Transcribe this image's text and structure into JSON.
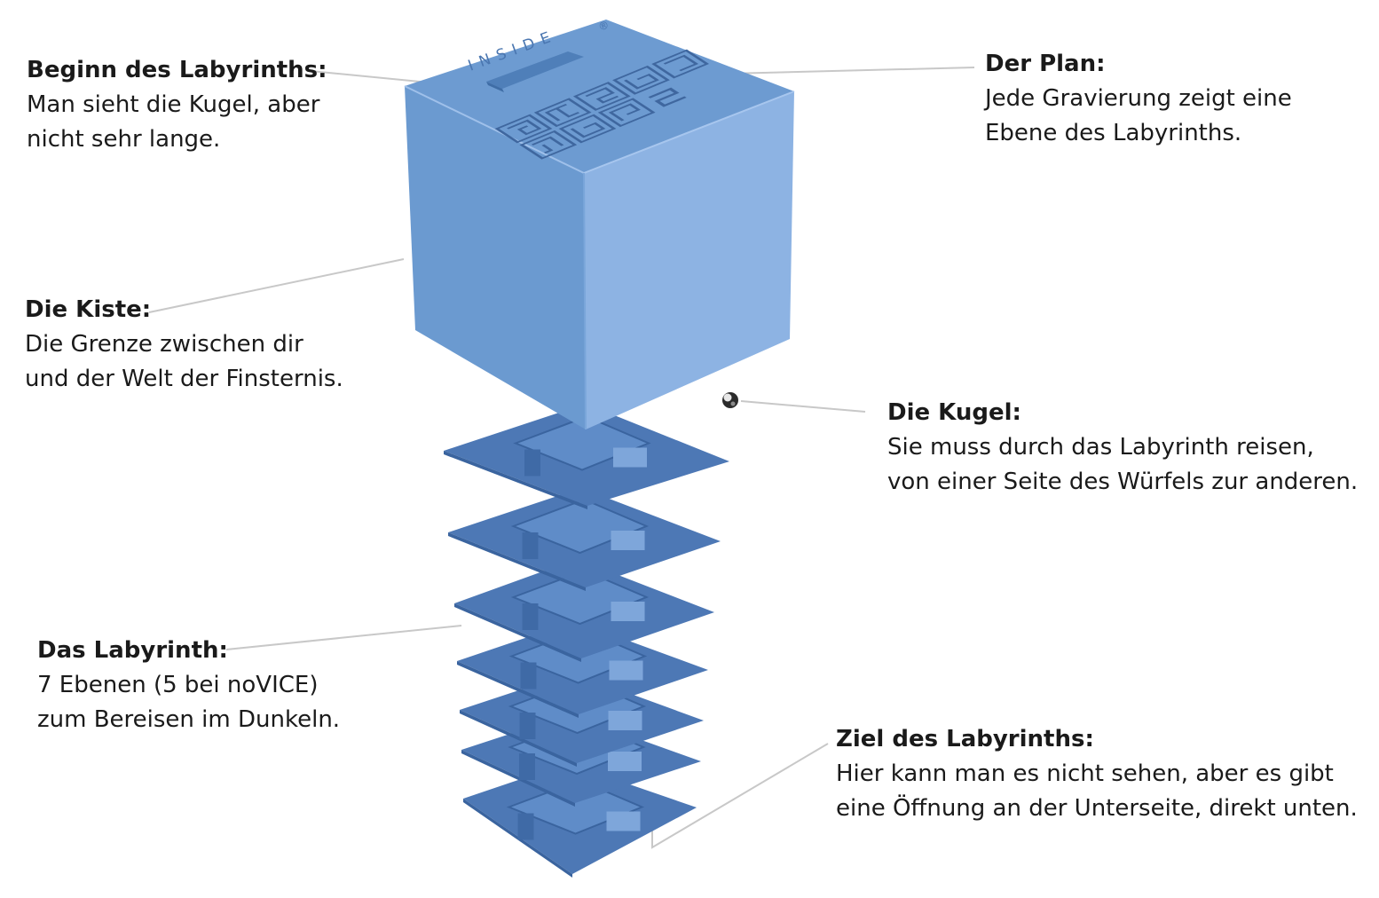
{
  "colors": {
    "cube_front": "#6b9ad0",
    "cube_top": "#6d9bd1",
    "cube_side": "#8db3e3",
    "layer": "#4d78b5",
    "layer_dark": "#3a649f",
    "leader": "#c8c8c8",
    "text": "#1a1a1a"
  },
  "cube_engraving": {
    "brand": "INSIDE",
    "mark": "®"
  },
  "annotations": [
    {
      "id": "start",
      "title": "Beginn des Labyrinths:",
      "body": "Man sieht die Kugel, aber\nnicht sehr lange."
    },
    {
      "id": "plan",
      "title": "Der Plan:",
      "body": "Jede Gravierung zeigt eine\nEbene des Labyrinths."
    },
    {
      "id": "box",
      "title": "Die Kiste:",
      "body": "Die Grenze zwischen dir\nund der Welt der Finsternis."
    },
    {
      "id": "ball",
      "title": "Die Kugel:",
      "body": "Sie muss durch das Labyrinth reisen,\nvon einer Seite des Würfels zur anderen."
    },
    {
      "id": "maze",
      "title": "Das Labyrinth:",
      "body": "7 Ebenen (5 bei noVICE)\nzum Bereisen im Dunkeln."
    },
    {
      "id": "goal",
      "title": "Ziel des Labyrinths:",
      "body": "Hier kann man es nicht sehen, aber es gibt\neine Öffnung an der Unterseite, direkt unten."
    }
  ]
}
